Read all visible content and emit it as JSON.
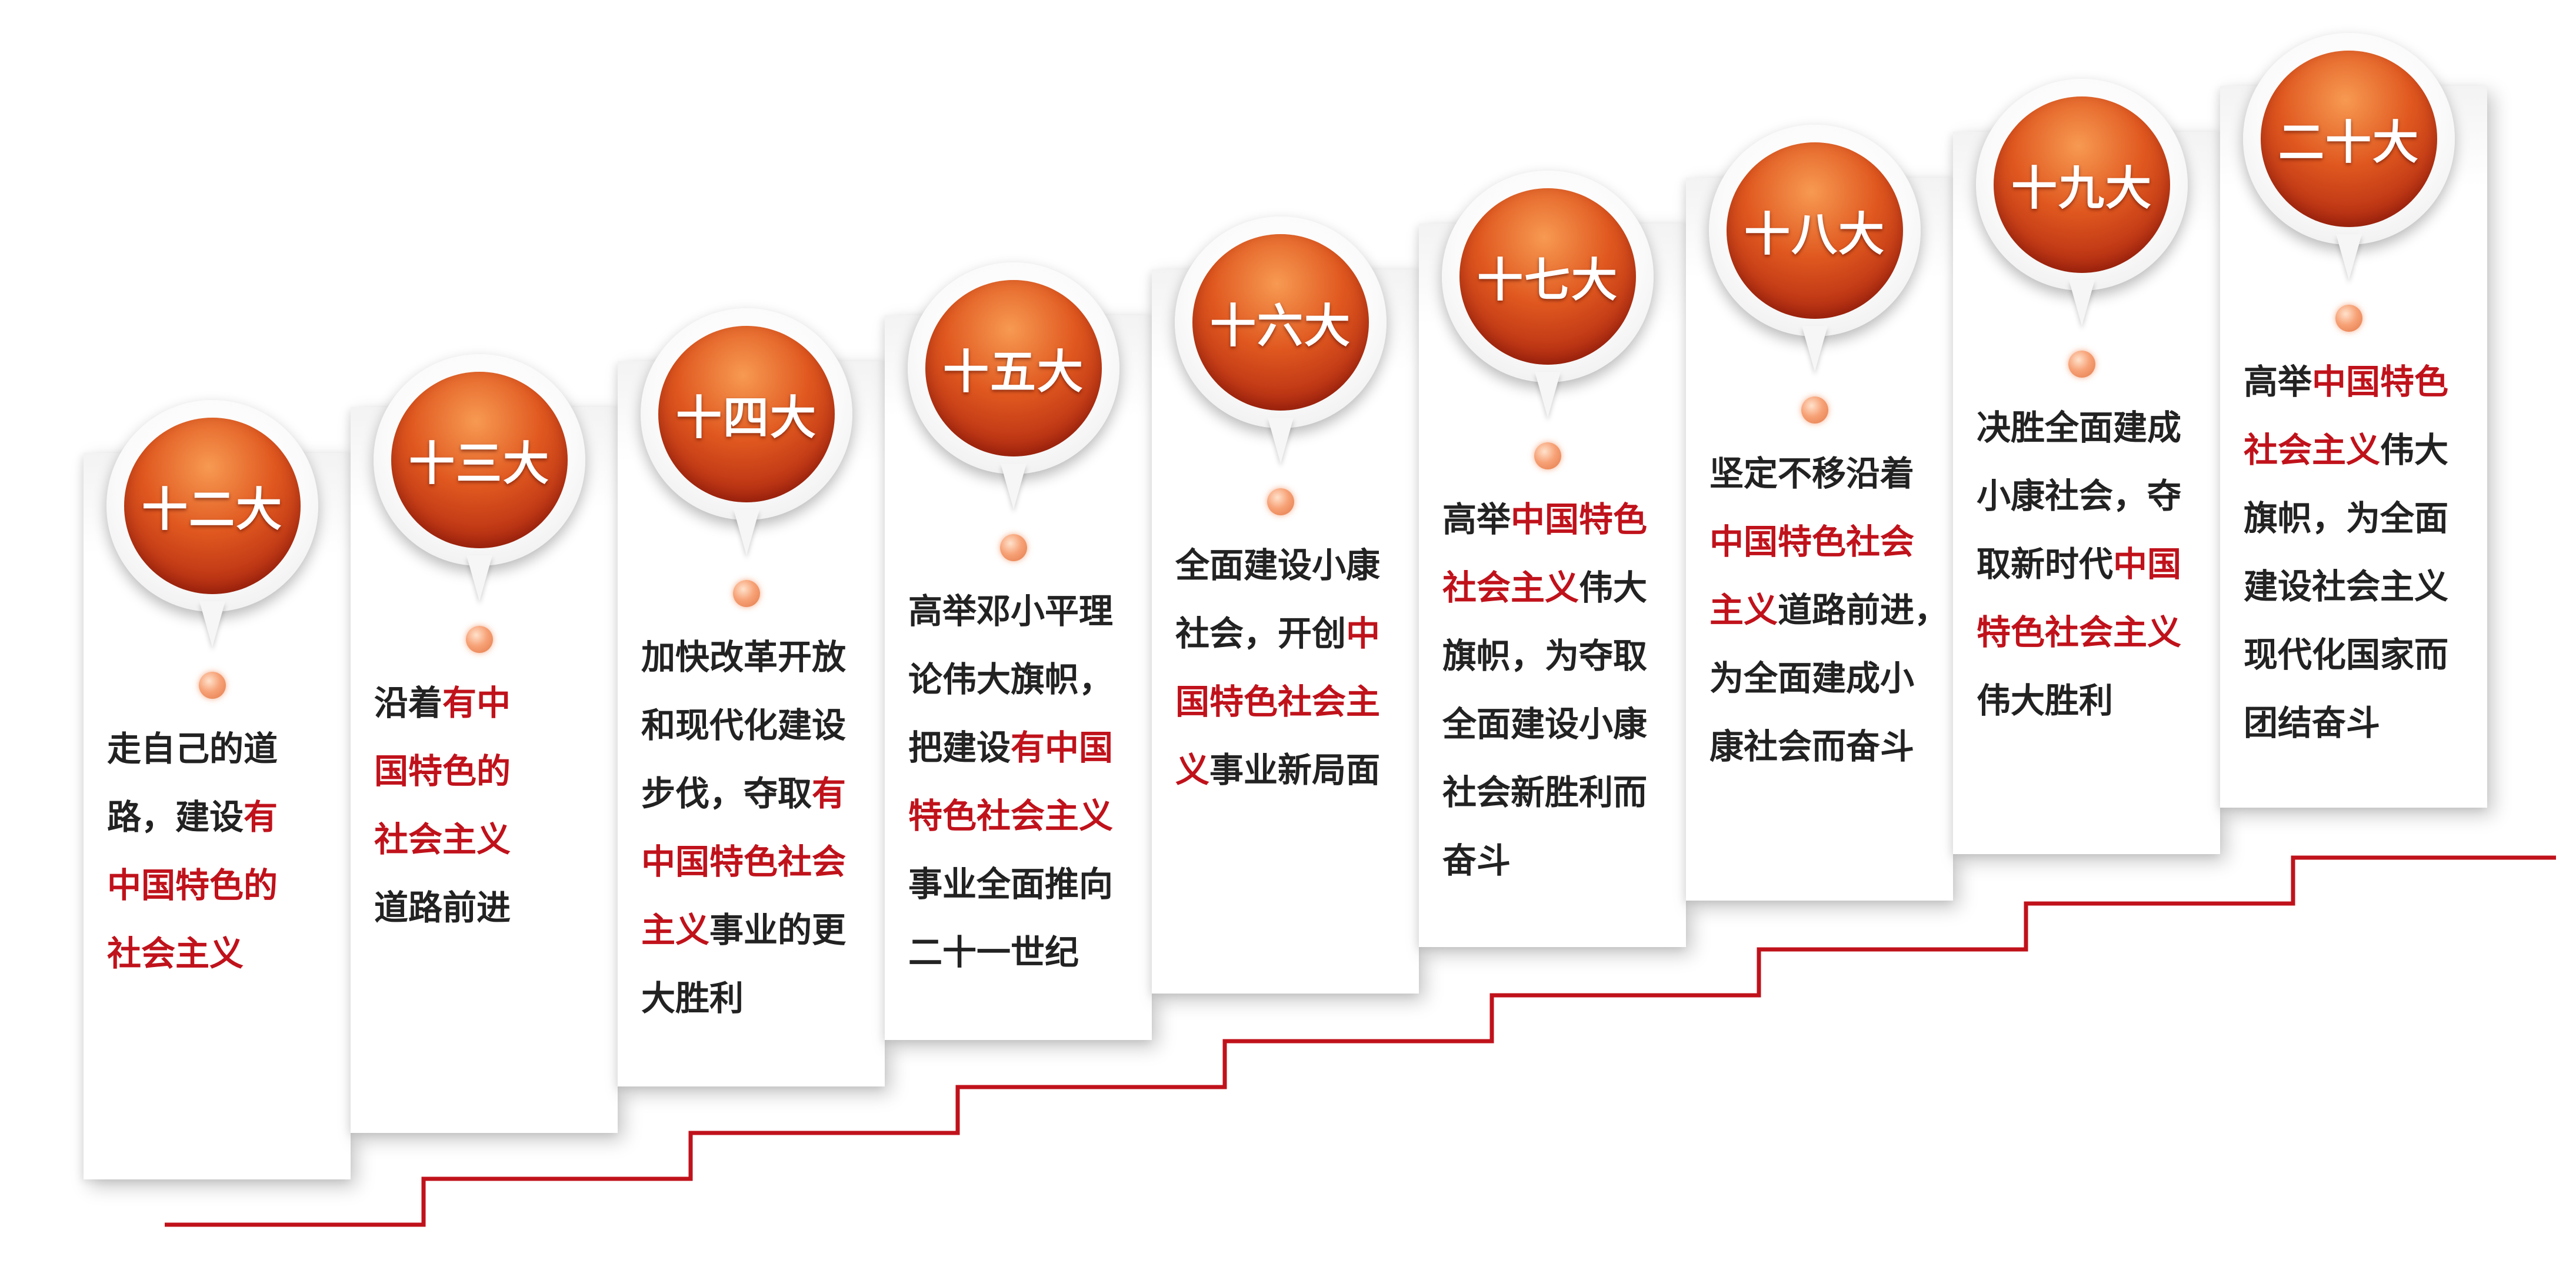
{
  "colors": {
    "accent_red": "#c0121b",
    "stair_line": "#c0121b",
    "badge": "#d84a1c",
    "text": "#222222"
  },
  "steps": [
    {
      "label": "十二大",
      "lines": [
        [
          {
            "t": "走自己的道",
            "red": false
          }
        ],
        [
          {
            "t": "路，建设",
            "red": false
          },
          {
            "t": "有",
            "red": true
          }
        ],
        [
          {
            "t": "中国特色的",
            "red": true
          }
        ],
        [
          {
            "t": "社会主义",
            "red": true
          }
        ]
      ]
    },
    {
      "label": "十三大",
      "lines": [
        [
          {
            "t": "沿着",
            "red": false
          },
          {
            "t": "有中",
            "red": true
          }
        ],
        [
          {
            "t": "国特色的",
            "red": true
          }
        ],
        [
          {
            "t": "社会主义",
            "red": true
          }
        ],
        [
          {
            "t": "道路前进",
            "red": false
          }
        ]
      ]
    },
    {
      "label": "十四大",
      "lines": [
        [
          {
            "t": "加快改革开放",
            "red": false
          }
        ],
        [
          {
            "t": "和现代化建设",
            "red": false
          }
        ],
        [
          {
            "t": "步伐，夺取",
            "red": false
          },
          {
            "t": "有",
            "red": true
          }
        ],
        [
          {
            "t": "中国特色社会",
            "red": true
          }
        ],
        [
          {
            "t": "主义",
            "red": true
          },
          {
            "t": "事业的更",
            "red": false
          }
        ],
        [
          {
            "t": "大胜利",
            "red": false
          }
        ]
      ]
    },
    {
      "label": "十五大",
      "lines": [
        [
          {
            "t": "高举邓小平理",
            "red": false
          }
        ],
        [
          {
            "t": "论伟大旗帜，",
            "red": false
          }
        ],
        [
          {
            "t": "把建设",
            "red": false
          },
          {
            "t": "有中国",
            "red": true
          }
        ],
        [
          {
            "t": "特色社会主义",
            "red": true
          }
        ],
        [
          {
            "t": "事业全面推向",
            "red": false
          }
        ],
        [
          {
            "t": "二十一世纪",
            "red": false
          }
        ]
      ]
    },
    {
      "label": "十六大",
      "lines": [
        [
          {
            "t": "全面建设小康",
            "red": false
          }
        ],
        [
          {
            "t": "社会，开创",
            "red": false
          },
          {
            "t": "中",
            "red": true
          }
        ],
        [
          {
            "t": "国特色社会主",
            "red": true
          }
        ],
        [
          {
            "t": "义",
            "red": true
          },
          {
            "t": "事业新局面",
            "red": false
          }
        ]
      ]
    },
    {
      "label": "十七大",
      "lines": [
        [
          {
            "t": "高举",
            "red": false
          },
          {
            "t": "中国特色",
            "red": true
          }
        ],
        [
          {
            "t": "社会主义",
            "red": true
          },
          {
            "t": "伟大",
            "red": false
          }
        ],
        [
          {
            "t": "旗帜，为夺取",
            "red": false
          }
        ],
        [
          {
            "t": "全面建设小康",
            "red": false
          }
        ],
        [
          {
            "t": "社会新胜利而",
            "red": false
          }
        ],
        [
          {
            "t": "奋斗",
            "red": false
          }
        ]
      ]
    },
    {
      "label": "十八大",
      "lines": [
        [
          {
            "t": "坚定不移沿着",
            "red": false
          }
        ],
        [
          {
            "t": "中国特色社会",
            "red": true
          }
        ],
        [
          {
            "t": "主义",
            "red": true
          },
          {
            "t": "道路前进，",
            "red": false
          }
        ],
        [
          {
            "t": "为全面建成小",
            "red": false
          }
        ],
        [
          {
            "t": "康社会而奋斗",
            "red": false
          }
        ]
      ]
    },
    {
      "label": "十九大",
      "lines": [
        [
          {
            "t": "决胜全面建成",
            "red": false
          }
        ],
        [
          {
            "t": "小康社会，夺",
            "red": false
          }
        ],
        [
          {
            "t": "取新时代",
            "red": false
          },
          {
            "t": "中国",
            "red": true
          }
        ],
        [
          {
            "t": "特色社会主义",
            "red": true
          }
        ],
        [
          {
            "t": "伟大胜利",
            "red": false
          }
        ]
      ]
    },
    {
      "label": "二十大",
      "lines": [
        [
          {
            "t": "高举",
            "red": false
          },
          {
            "t": "中国特色",
            "red": true
          }
        ],
        [
          {
            "t": "社会主义",
            "red": true
          },
          {
            "t": "伟大",
            "red": false
          }
        ],
        [
          {
            "t": "旗帜，为全面",
            "red": false
          }
        ],
        [
          {
            "t": "建设社会主义",
            "red": false
          }
        ],
        [
          {
            "t": "现代化国家而",
            "red": false
          }
        ],
        [
          {
            "t": "团结奋斗",
            "red": false
          }
        ]
      ]
    }
  ]
}
